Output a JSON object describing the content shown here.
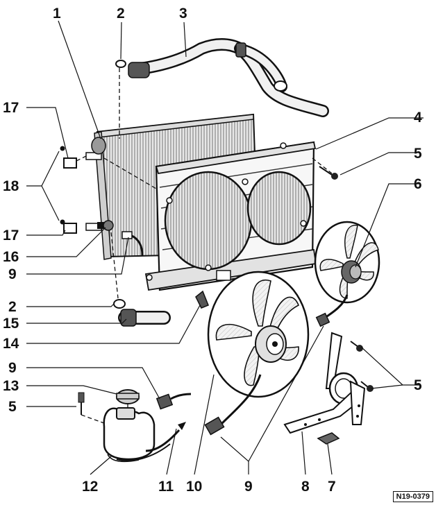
{
  "diagram": {
    "callouts": {
      "c1": "1",
      "c2a": "2",
      "c3": "3",
      "c4": "4",
      "c5a": "5",
      "c6": "6",
      "c17a": "17",
      "c18": "18",
      "c17b": "17",
      "c16": "16",
      "c9a": "9",
      "c2b": "2",
      "c15": "15",
      "c14": "14",
      "c9b": "9",
      "c13": "13",
      "c5b": "5",
      "c5c": "5",
      "c12": "12",
      "c11": "11",
      "c10": "10",
      "c9c": "9",
      "c8": "8",
      "c7": "7"
    },
    "reference": "N19-0379"
  }
}
